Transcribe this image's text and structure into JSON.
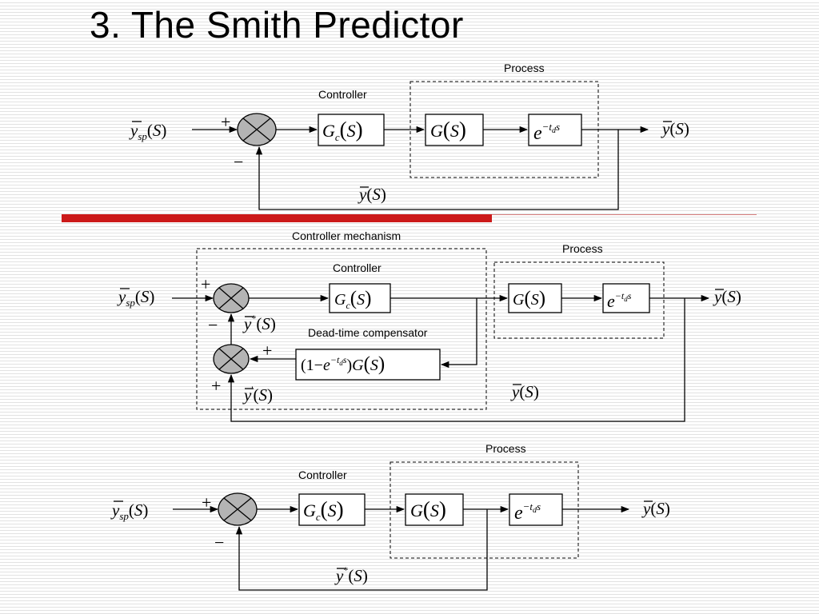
{
  "title": "3. The Smith Predictor",
  "diagram1": {
    "labels": {
      "controller": "Controller",
      "process": "Process"
    },
    "input": {
      "base": "y",
      "sub": "sp",
      "arg": "S"
    },
    "output": {
      "base": "y",
      "arg": "S"
    },
    "feedback": {
      "base": "y",
      "arg": "S"
    },
    "controller_tf": {
      "base": "G",
      "sub": "c",
      "arg": "S"
    },
    "process_tf": {
      "base": "G",
      "arg": "S"
    },
    "delay": {
      "base": "e",
      "sup": "−t",
      "sup_sub": "d",
      "sup_end": "s"
    },
    "signs": {
      "plus": "+",
      "minus": "−"
    }
  },
  "diagram2": {
    "labels": {
      "mechanism": "Controller mechanism",
      "controller": "Controller",
      "process": "Process",
      "compensator": "Dead-time compensator"
    },
    "input": {
      "base": "y",
      "sub": "sp",
      "arg": "S"
    },
    "output": {
      "base": "y",
      "arg": "S"
    },
    "feedback": {
      "base": "y",
      "arg": "S"
    },
    "ystar": {
      "base": "y",
      "sup": "*",
      "arg": "S"
    },
    "yprime": {
      "base": "y",
      "sup": "'",
      "arg": "S"
    },
    "controller_tf": {
      "base": "G",
      "sub": "c",
      "arg": "S"
    },
    "process_tf": {
      "base": "G",
      "arg": "S"
    },
    "delay": {
      "base": "e",
      "sup": "−t",
      "sup_sub": "d",
      "sup_end": "s"
    },
    "compensator_tf": {
      "open": "(1",
      "minus": "−",
      "e": "e",
      "sup": "−t",
      "sup_sub": "d",
      "sup_end": "s",
      "close": ")",
      "g": "G",
      "arg": "S"
    },
    "signs": {
      "plus": "+",
      "minus": "−"
    }
  },
  "diagram3": {
    "labels": {
      "controller": "Controller",
      "process": "Process"
    },
    "input": {
      "base": "y",
      "sub": "sp",
      "arg": "S"
    },
    "output": {
      "base": "y",
      "arg": "S"
    },
    "feedback": {
      "base": "y",
      "sup": "*",
      "arg": "S"
    },
    "controller_tf": {
      "base": "G",
      "sub": "c",
      "arg": "S"
    },
    "process_tf": {
      "base": "G",
      "arg": "S"
    },
    "delay": {
      "base": "e",
      "sup": "−t",
      "sup_sub": "d",
      "sup_end": "s"
    },
    "signs": {
      "plus": "+",
      "minus": "−"
    }
  },
  "colors": {
    "divider_red": "#cc1a1a",
    "divider_line": "#d88080",
    "junction_fill": "#b4b4b4"
  }
}
